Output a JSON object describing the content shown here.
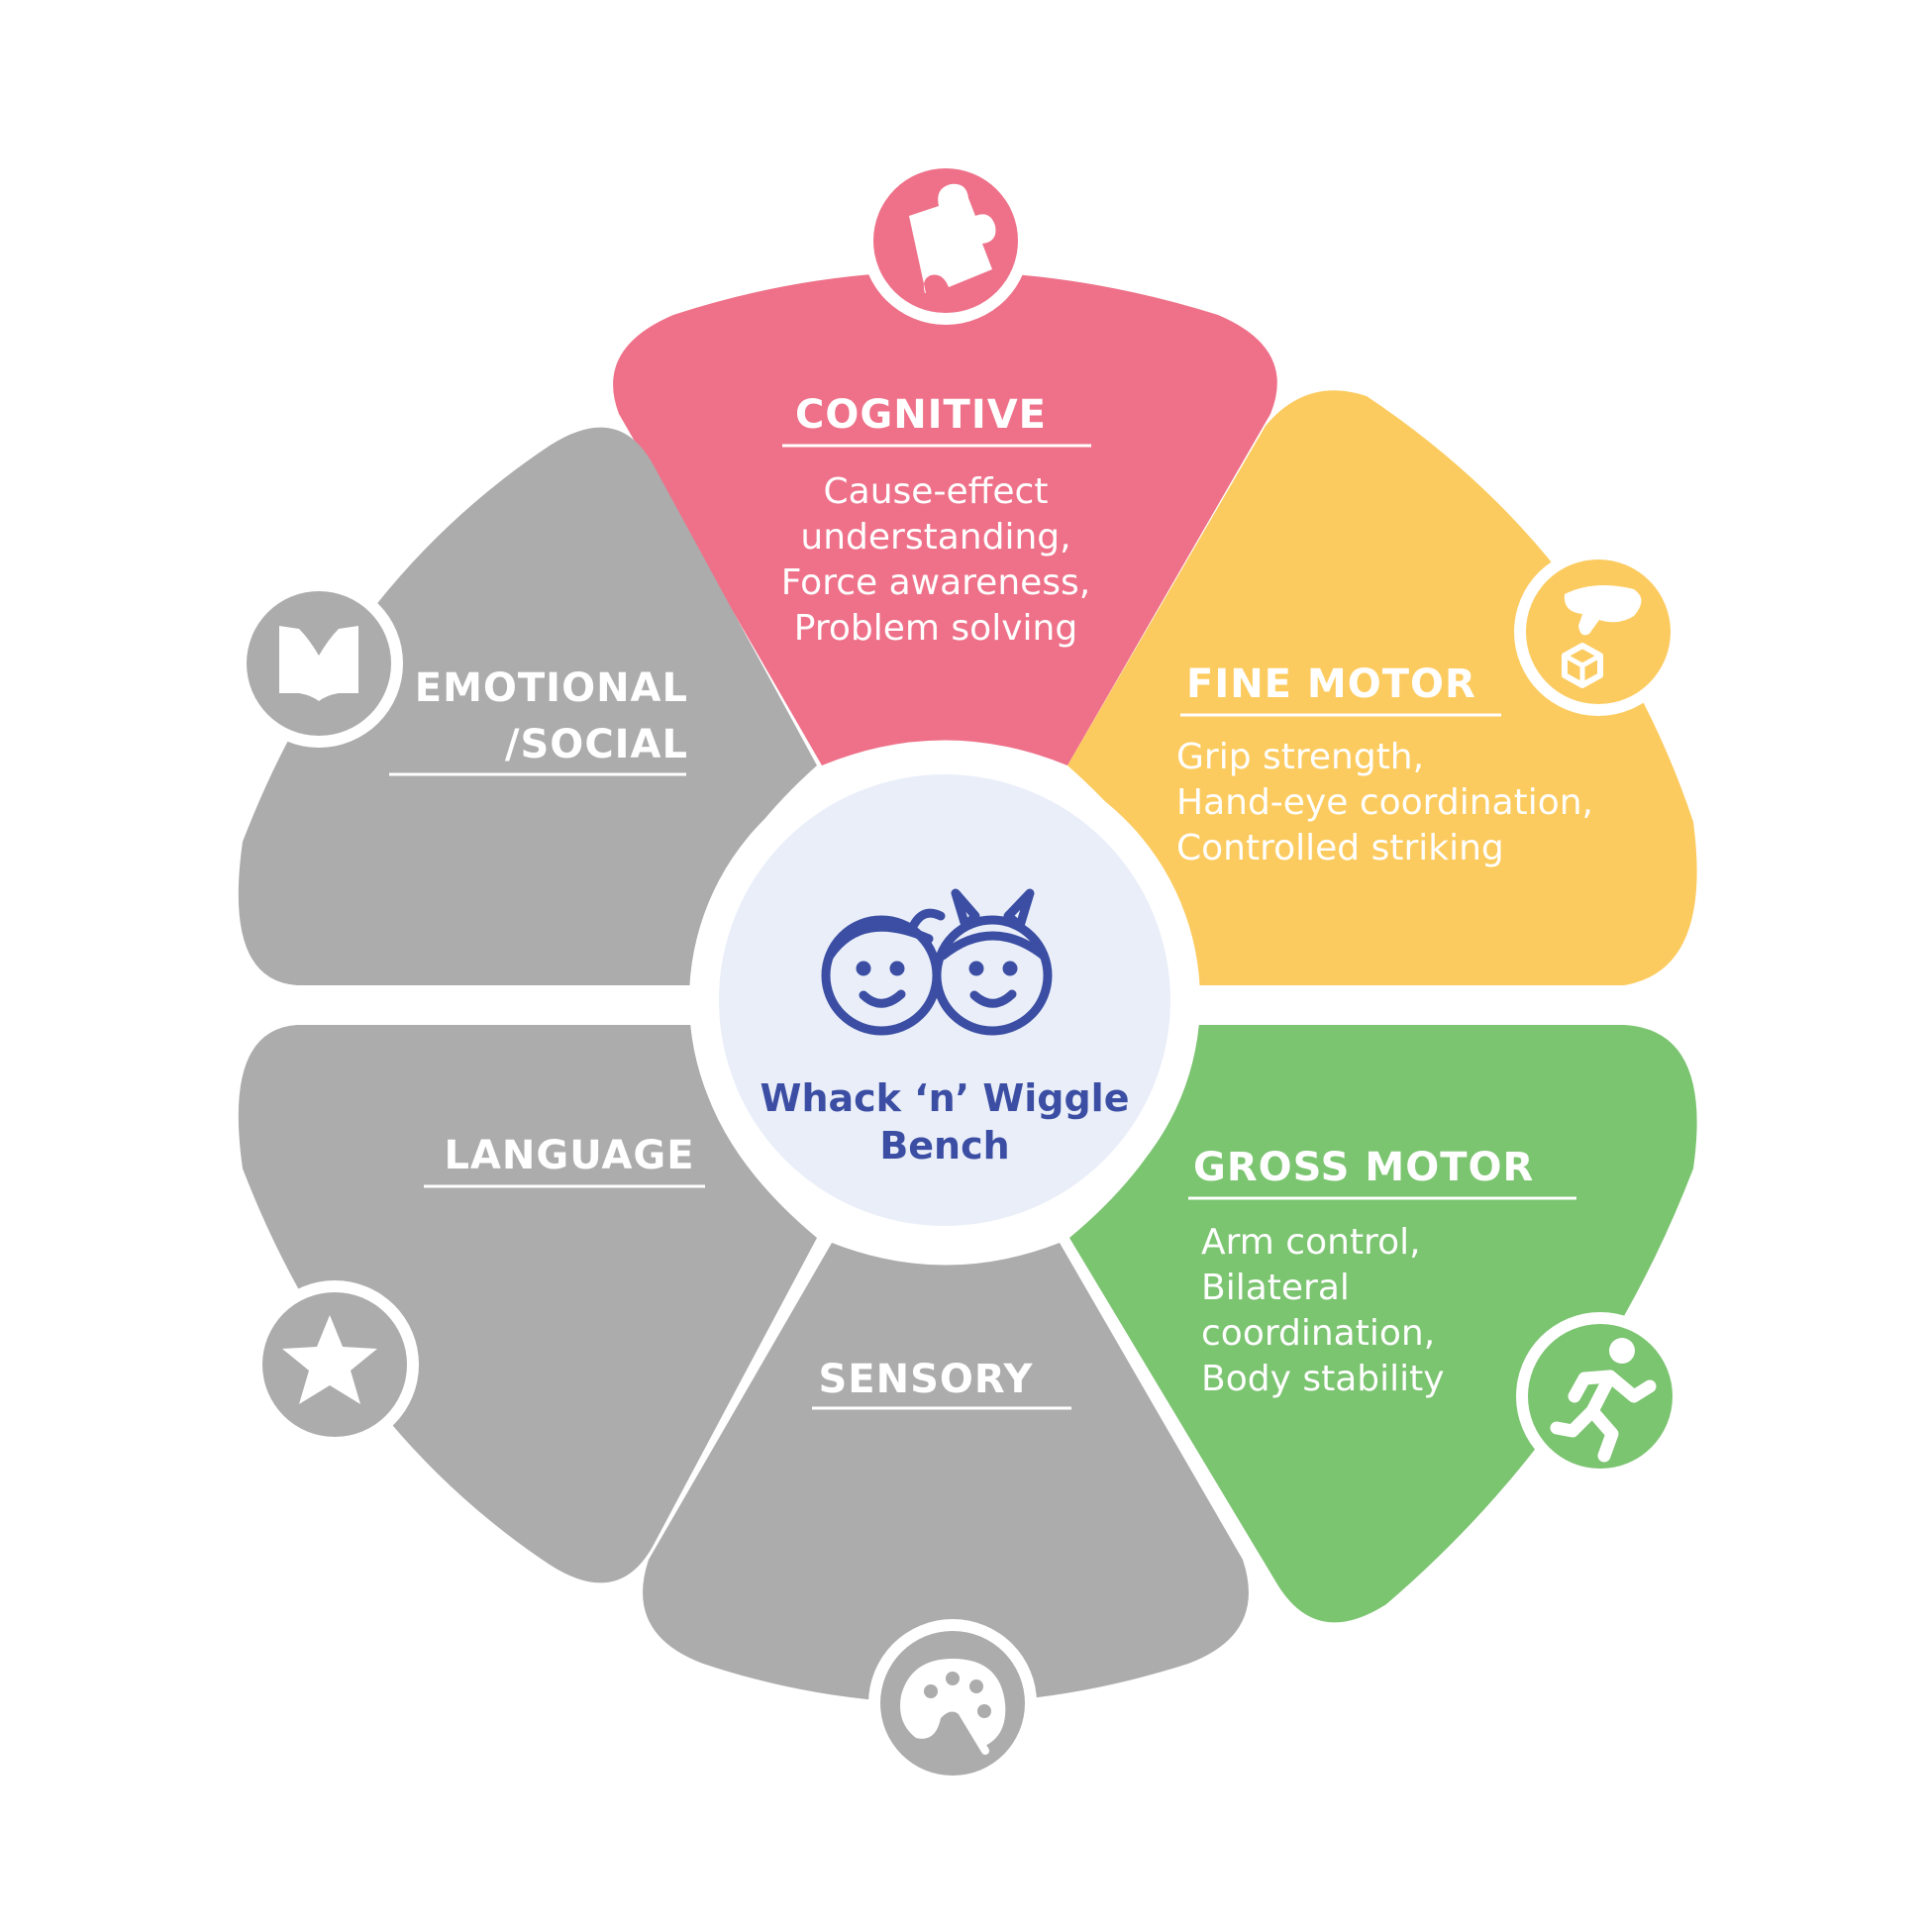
{
  "center": {
    "title_line1": "Whack ‘n’ Wiggle",
    "title_line2": "Bench",
    "icon": "two-kids-faces-icon"
  },
  "colors": {
    "cognitive": "#ee7189",
    "fine_motor": "#fccb5f",
    "gross_motor": "#7bc470",
    "gray": "#acacad",
    "center_fill": "#e9eef9",
    "center_ink": "#3b4ea3"
  },
  "segments": {
    "cognitive": {
      "title": "COGNITIVE",
      "lines": [
        "Cause-effect",
        "understanding,",
        "Force awareness,",
        "Problem solving"
      ],
      "icon": "puzzle-piece-icon"
    },
    "fine_motor": {
      "title": "FINE MOTOR",
      "lines": [
        "Grip strength,",
        "Hand-eye coordination,",
        "Controlled striking"
      ],
      "icon": "hand-cube-icon"
    },
    "gross_motor": {
      "title": "GROSS MOTOR",
      "lines": [
        "Arm control,",
        "Bilateral",
        "coordination,",
        "Body stability"
      ],
      "icon": "running-person-icon"
    },
    "sensory": {
      "title": "SENSORY",
      "icon": "paint-palette-icon"
    },
    "language": {
      "title": "LANGUAGE",
      "icon": "star-icon"
    },
    "emotional": {
      "title_line1": "EMOTIONAL",
      "title_line2": "/SOCIAL",
      "icon": "open-book-icon"
    }
  }
}
